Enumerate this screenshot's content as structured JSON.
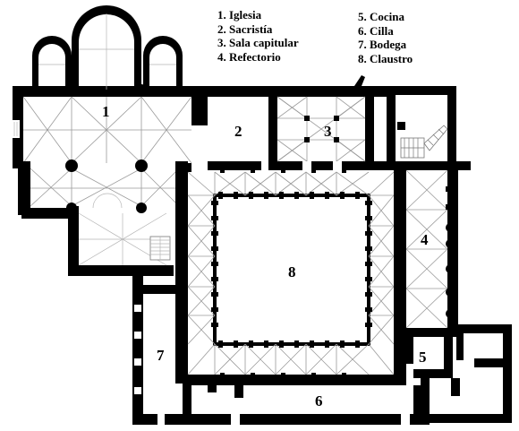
{
  "legend": {
    "col1": [
      "1. Iglesia",
      "2. Sacristía",
      "3. Sala capitular",
      "4. Refectorio"
    ],
    "col2": [
      "5. Cocina",
      "6. Cilla",
      "7. Bodega",
      "8. Claustro"
    ]
  },
  "room_numbers": {
    "iglesia": "1",
    "sacristia": "2",
    "sala_capitular": "3",
    "refectorio": "4",
    "cocina": "5",
    "cilla": "6",
    "bodega": "7",
    "claustro": "8"
  },
  "colors": {
    "wall": "#000000",
    "floor": "#ffffff",
    "vault_lines": "#9a9a9a"
  }
}
